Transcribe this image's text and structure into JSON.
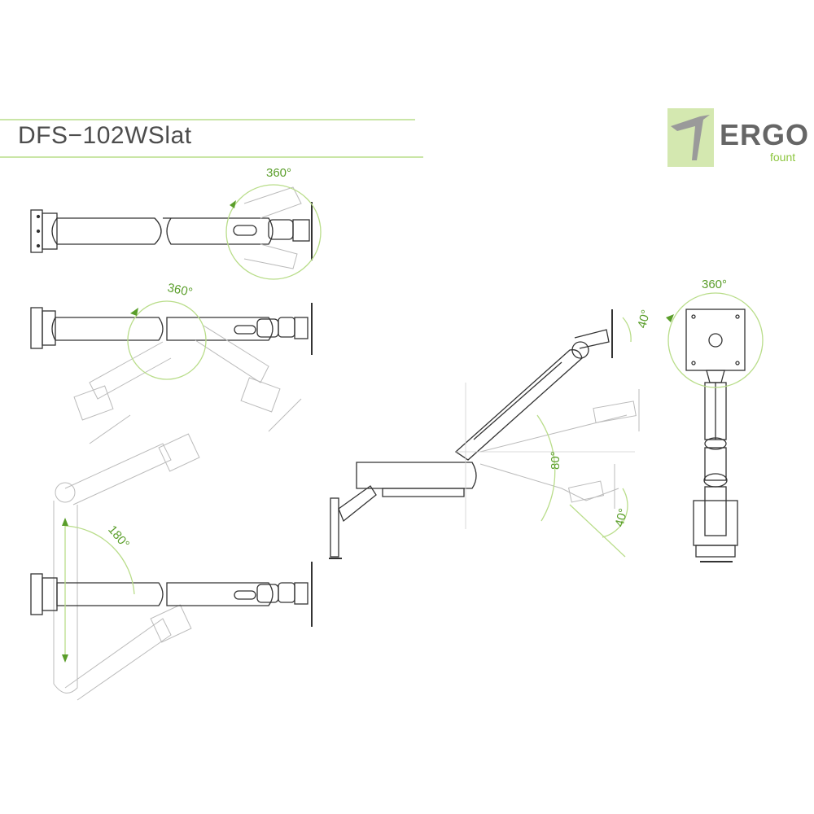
{
  "header": {
    "title": "DFS−102WSlat"
  },
  "logo": {
    "word": "ERGO",
    "sub": "fount"
  },
  "angles": {
    "top_360": "360°",
    "mid_360": "360°",
    "left_180": "180°",
    "tilt_up_40": "40°",
    "tilt_range_80": "80°",
    "tilt_down_40": "40°",
    "rotate_360": "360°"
  },
  "colors": {
    "accent": "#8dc63f",
    "line": "#333333",
    "ghost": "#bbbbbb"
  }
}
